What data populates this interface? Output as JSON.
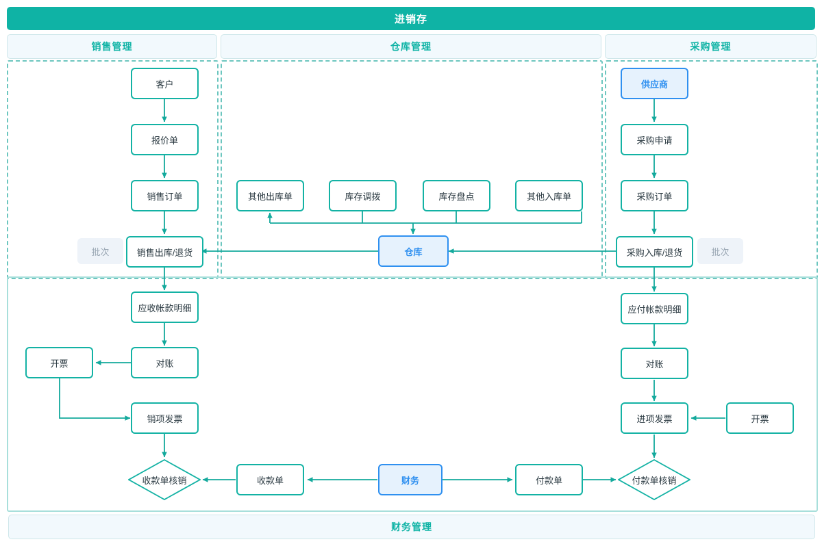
{
  "header": {
    "title": "进销存"
  },
  "sections": [
    {
      "key": "sales",
      "label": "销售管理"
    },
    {
      "key": "warehouse",
      "label": "仓库管理"
    },
    {
      "key": "purchase",
      "label": "采购管理"
    }
  ],
  "footer": {
    "label": "财务管理"
  },
  "colors": {
    "banner_main_bg": "#0fb3a5",
    "banner_sub_bg": "#f2f9fd",
    "teal_border": "#13b2a4",
    "teal_text": "#0fb3a5",
    "blue_border": "#2f90f0",
    "blue_fill": "#e6f2fd",
    "blue_text": "#2f90f0",
    "dashed_group": "#6cc6bf",
    "solid_group": "#a8dfdb",
    "chip_bg": "#eef3f9",
    "chip_text": "#9aa7b4",
    "node_text": "#2b3a42",
    "edge": "#13a99c"
  },
  "nodes": {
    "sales": {
      "customer": "客户",
      "quotation": "报价单",
      "sales_order": "销售订单",
      "sales_out": "销售出库/退货",
      "batch_chip": "批次"
    },
    "warehouse": {
      "other_out": "其他出库单",
      "transfer": "库存调拨",
      "stocktake": "库存盘点",
      "other_in": "其他入库单",
      "warehouse_hub": "仓库"
    },
    "purchase": {
      "supplier": "供应商",
      "purchase_req": "采购申请",
      "purchase_order": "采购订单",
      "purchase_in": "采购入库/退货",
      "batch_chip": "批次"
    },
    "finance": {
      "ar_detail": "应收帐款明细",
      "recon_left": "对账",
      "invoice_left": "开票",
      "output_invoice": "销项发票",
      "receipt_writeoff": "收款单核销",
      "receipt_voucher": "收款单",
      "finance_hub": "财务",
      "payment_voucher": "付款单",
      "payment_writeoff": "付款单核销",
      "input_invoice": "进项发票",
      "recon_right": "对账",
      "ap_detail": "应付帐款明细",
      "invoice_right": "开票"
    }
  }
}
